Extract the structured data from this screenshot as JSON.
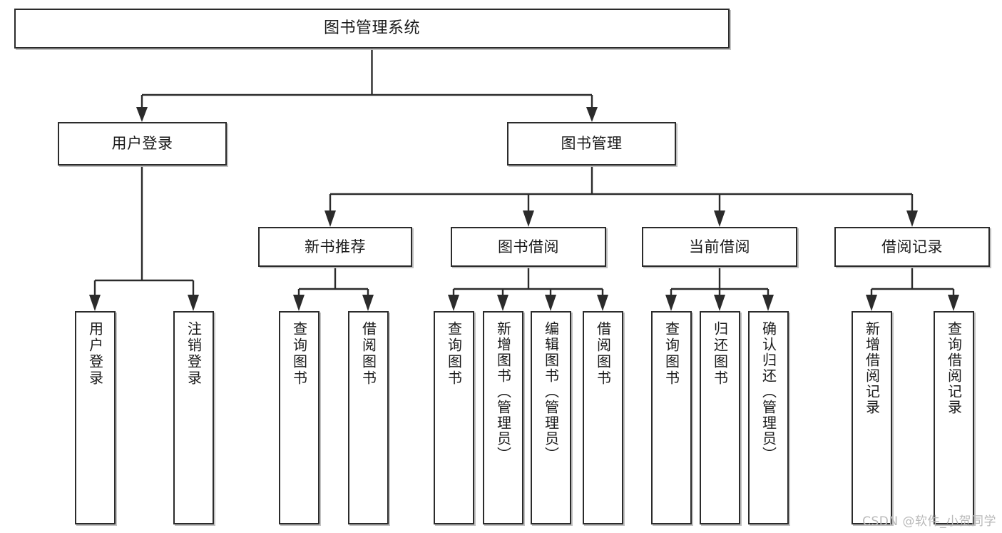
{
  "diagram": {
    "title": "图书管理系统",
    "type": "tree",
    "background": "#ffffff",
    "line_color": "#2b2b2b",
    "box_border_color": "#2b2b2b",
    "text_color": "#1a1a1a"
  },
  "root": {
    "label": "图书管理系统"
  },
  "level2": [
    {
      "label": "用户登录"
    },
    {
      "label": "图书管理"
    }
  ],
  "level3": [
    {
      "label": "新书推荐"
    },
    {
      "label": "图书借阅"
    },
    {
      "label": "当前借阅"
    },
    {
      "label": "借阅记录"
    }
  ],
  "leaves": {
    "user_login": [
      {
        "label": "用户登录"
      },
      {
        "label": "注销登录"
      }
    ],
    "new_book": [
      {
        "label": "查询图书"
      },
      {
        "label": "借阅图书"
      }
    ],
    "book_borrow": [
      {
        "label": "查询图书"
      },
      {
        "label": "新增图书（管理员）"
      },
      {
        "label": "编辑图书（管理员）"
      },
      {
        "label": "借阅图书"
      }
    ],
    "current_borrow": [
      {
        "label": "查询图书"
      },
      {
        "label": "归还图书"
      },
      {
        "label": "确认归还（管理员）"
      }
    ],
    "borrow_record": [
      {
        "label": "新增借阅记录"
      },
      {
        "label": "查询借阅记录"
      }
    ]
  },
  "watermark": {
    "text": "CSDN @软件_小贺同学"
  }
}
